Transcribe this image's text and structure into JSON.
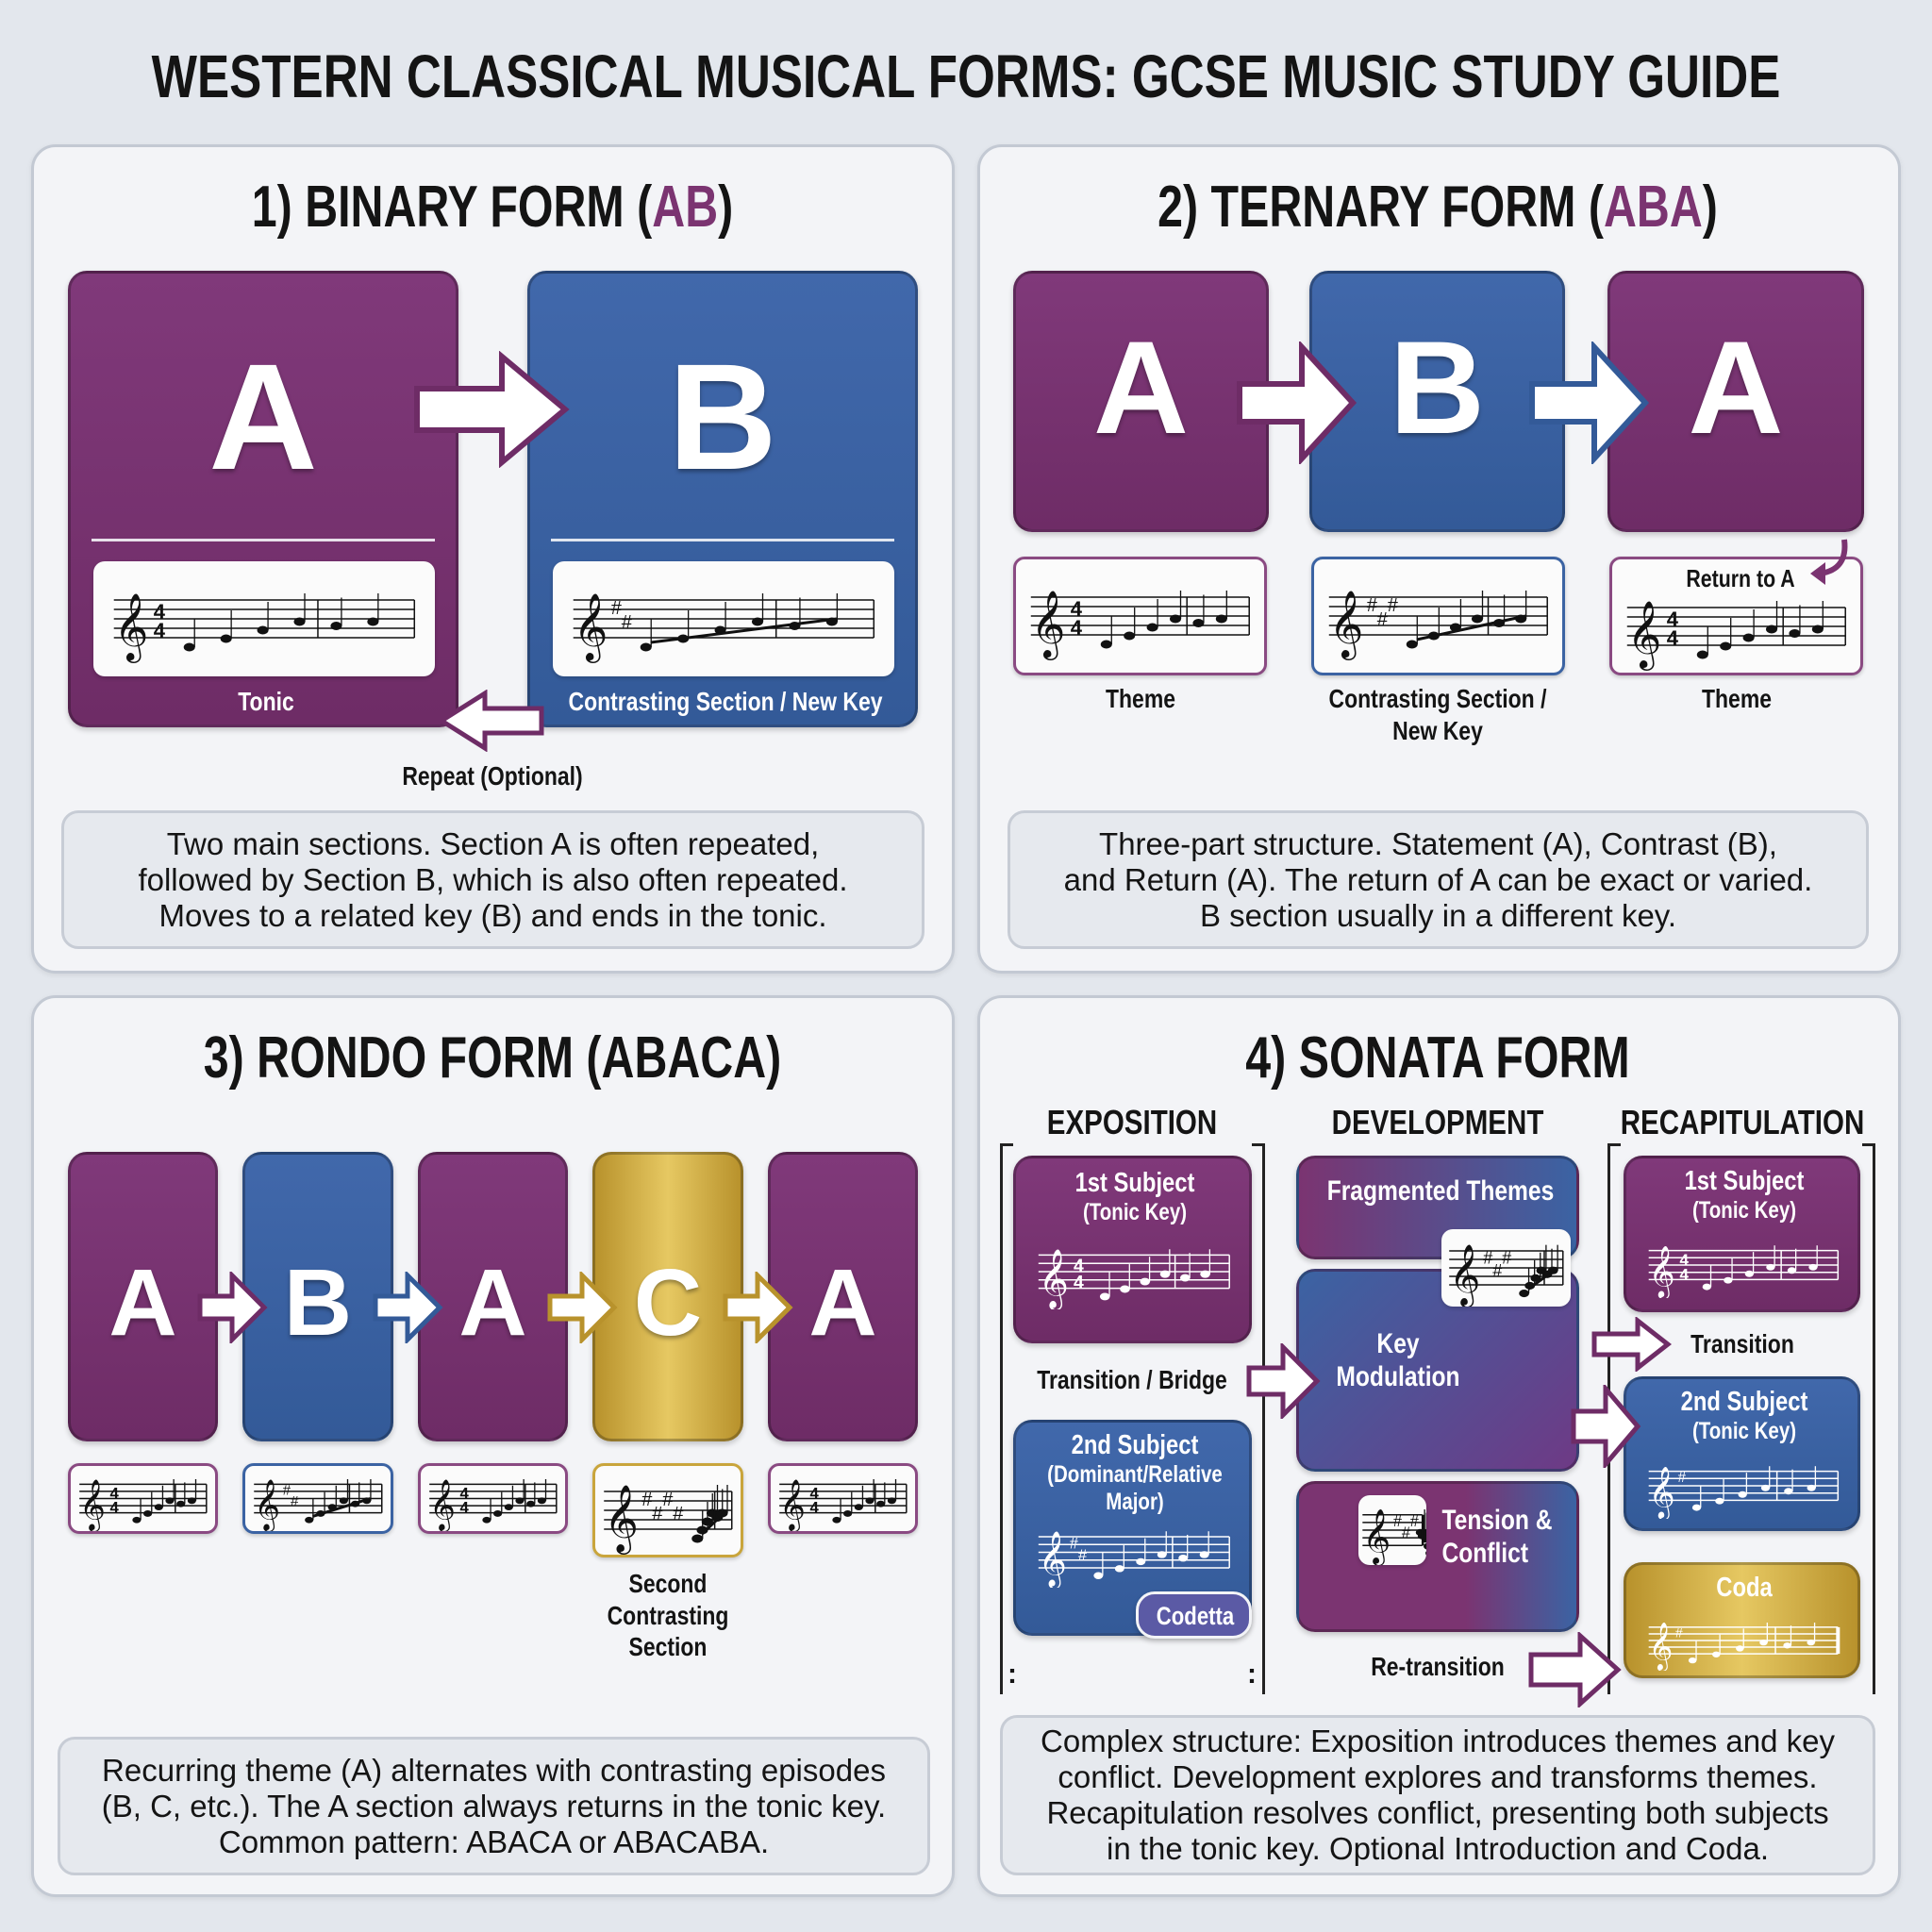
{
  "title": "WESTERN CLASSICAL MUSICAL FORMS: GCSE MUSIC STUDY GUIDE",
  "colors": {
    "purple": "#7b3471",
    "blue": "#3b63a3",
    "gold": "#d2b24a",
    "background": "#e3e7ed"
  },
  "binary": {
    "title_prefix": "1) BINARY FORM (",
    "title_letters": "AB",
    "title_suffix": ")",
    "a": "A",
    "b": "B",
    "a_label": "Tonic",
    "b_label": "Contrasting Section / New Key",
    "repeat": "Repeat (Optional)",
    "desc": [
      "Two main sections. Section A is often repeated,",
      "followed by Section B, which is also often repeated.",
      "Moves to a related key (B) and ends in the tonic."
    ]
  },
  "ternary": {
    "title_prefix": "2) TERNARY FORM (",
    "title_letters": "ABA",
    "title_suffix": ")",
    "sections": [
      "A",
      "B",
      "A"
    ],
    "labels": [
      "Theme",
      "Contrasting Section /",
      "New Key",
      "Theme"
    ],
    "return_to_a": "Return to A",
    "desc": [
      "Three-part structure. Statement (A), Contrast (B),",
      "and Return (A). The return of A can be exact or varied.",
      "B section usually in a different key."
    ]
  },
  "rondo": {
    "title": "3) RONDO FORM (ABACA)",
    "sections": [
      "A",
      "B",
      "A",
      "C",
      "A"
    ],
    "c_label": [
      "Second",
      "Contrasting",
      "Section"
    ],
    "desc": [
      "Recurring theme (A) alternates with contrasting episodes",
      "(B, C, etc.). The A section always returns in the tonic key.",
      "Common pattern: ABACA or ABACABA."
    ]
  },
  "sonata": {
    "title": "4) SONATA FORM",
    "exposition": "EXPOSITION",
    "development": "DEVELOPMENT",
    "recapitulation": "RECAPITULATION",
    "expo_first": [
      "1st Subject",
      "(Tonic Key)"
    ],
    "bridge": "Transition / Bridge",
    "expo_second": [
      "2nd Subject",
      "(Dominant/Relative",
      "Major)"
    ],
    "codetta": "Codetta",
    "fragmented": "Fragmented Themes",
    "key_mod": [
      "Key",
      "Modulation"
    ],
    "tension": [
      "Tension &",
      "Conflict"
    ],
    "retransition": "Re-transition",
    "recap_first": [
      "1st Subject",
      "(Tonic Key)"
    ],
    "transition": "Transition",
    "recap_second": [
      "2nd Subject",
      "(Tonic Key)"
    ],
    "coda": "Coda",
    "desc": [
      "Complex structure: Exposition introduces themes and key",
      "conflict. Development explores and transforms themes.",
      "Recapitulation resolves conflict, presenting both subjects",
      "in the tonic key. Optional Introduction and Coda."
    ]
  }
}
